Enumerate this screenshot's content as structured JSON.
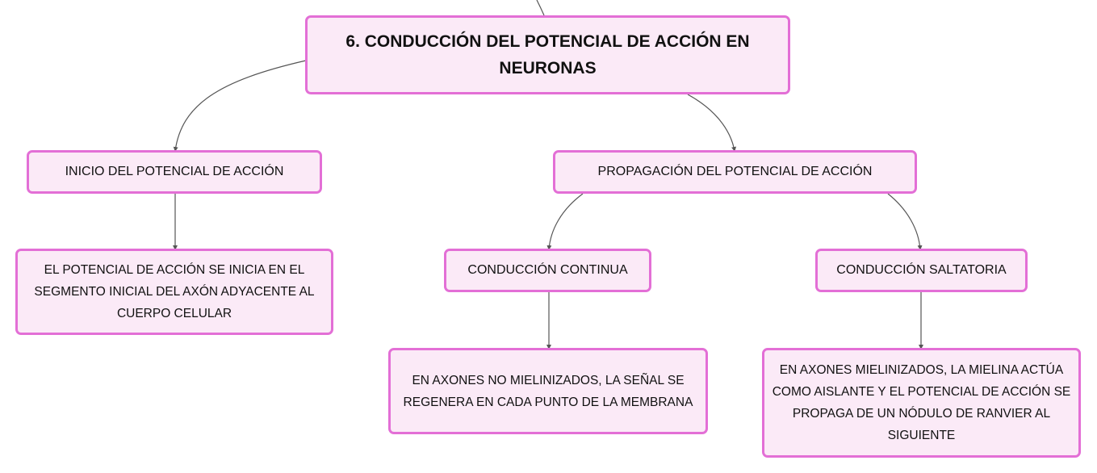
{
  "diagram": {
    "colors": {
      "node_fill": "#fbeaf7",
      "node_border": "#e36fd6",
      "connector": "#555555"
    },
    "root": {
      "label": "6. CONDUCCIÓN DEL POTENCIAL DE ACCIÓN EN NEURONAS"
    },
    "inicio": {
      "label": "INICIO DEL POTENCIAL DE ACCIÓN",
      "detail": "EL POTENCIAL DE ACCIÓN SE INICIA EN EL SEGMENTO INICIAL DEL AXÓN ADYACENTE AL CUERPO CELULAR"
    },
    "propagacion": {
      "label": "PROPAGACIÓN DEL POTENCIAL DE ACCIÓN",
      "continua": {
        "label": "CONDUCCIÓN CONTINUA",
        "detail": "EN AXONES NO MIELINIZADOS, LA SEÑAL SE REGENERA EN CADA PUNTO DE LA MEMBRANA"
      },
      "saltatoria": {
        "label": "CONDUCCIÓN SALTATORIA",
        "detail": "EN AXONES MIELINIZADOS, LA MIELINA ACTÚA COMO AISLANTE Y EL POTENCIAL DE ACCIÓN SE PROPAGA DE UN NÓDULO DE RANVIER AL SIGUIENTE"
      }
    }
  }
}
